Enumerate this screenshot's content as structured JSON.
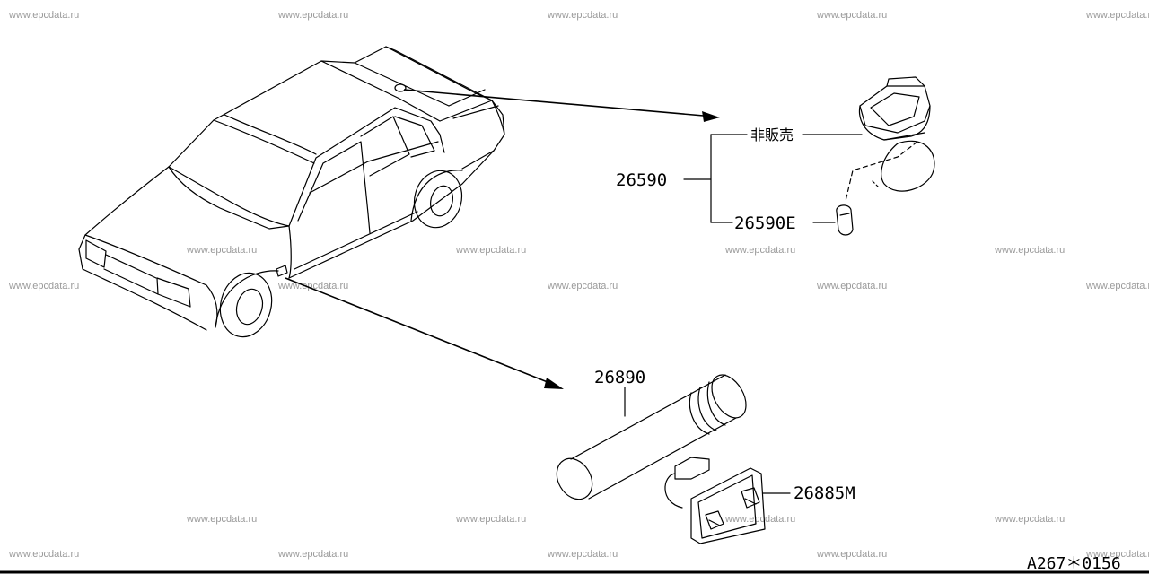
{
  "watermark": "www.epcdata.ru",
  "callouts": {
    "bulb_assy": "26590",
    "not_for_sale": "非販売",
    "bulb": "26590E",
    "lens": "26890",
    "bracket": "26885M"
  },
  "drawing_code": "A267＊0156"
}
